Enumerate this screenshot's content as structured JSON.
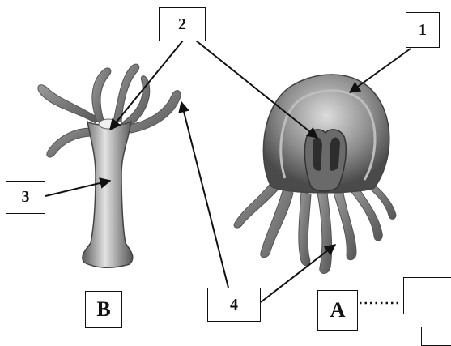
{
  "labels": {
    "one": "1",
    "two": "2",
    "three": "3",
    "four": "4",
    "a": "A",
    "b": "B",
    "answer": ""
  },
  "icons": [
    "polyp-organism-icon",
    "medusa-organism-icon"
  ],
  "colors": {
    "ink": "#111111",
    "organism_dark": "#4a4a4a",
    "organism_mid": "#8a8a8a",
    "organism_light": "#d4d4d4"
  }
}
